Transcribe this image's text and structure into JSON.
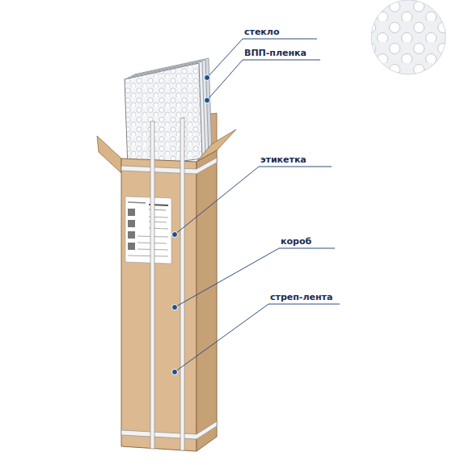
{
  "diagram": {
    "labels": [
      "стекло",
      "ВПП-пленка",
      "этикетка",
      "короб",
      "стреп-лента"
    ]
  }
}
